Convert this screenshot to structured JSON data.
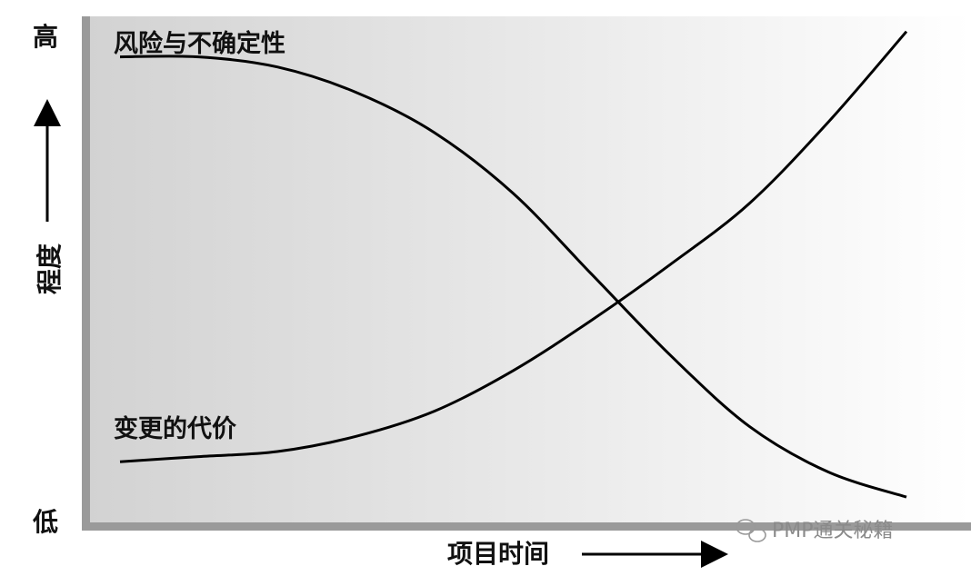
{
  "chart_data": {
    "type": "line",
    "x_direction": "left-to-right",
    "x_axis": {
      "label": "项目时间",
      "arrow": "right"
    },
    "y_axis": {
      "label": "程度",
      "arrow": "up",
      "ticks": [
        "高",
        "低"
      ]
    },
    "ylim": [
      0,
      1
    ],
    "xlim": [
      0,
      1
    ],
    "grid": false,
    "background": "gradient: dark grey (left) to white (right)",
    "series": [
      {
        "name": "风险与不确定性",
        "trend": "decreasing",
        "x": [
          0.0,
          0.1,
          0.2,
          0.3,
          0.4,
          0.5,
          0.6,
          0.7,
          0.8,
          0.9,
          1.0
        ],
        "y": [
          0.92,
          0.92,
          0.9,
          0.85,
          0.77,
          0.65,
          0.49,
          0.33,
          0.19,
          0.1,
          0.05
        ]
      },
      {
        "name": "变更的代价",
        "trend": "increasing",
        "x": [
          0.0,
          0.1,
          0.2,
          0.3,
          0.4,
          0.5,
          0.6,
          0.7,
          0.8,
          0.9,
          1.0
        ],
        "y": [
          0.12,
          0.13,
          0.14,
          0.17,
          0.22,
          0.3,
          0.4,
          0.51,
          0.63,
          0.79,
          0.97
        ]
      }
    ]
  },
  "labels": {
    "high": "高",
    "low": "低",
    "y_title": "程度",
    "x_title": "项目时间",
    "series_a": "风险与不确定性",
    "series_b": "变更的代价"
  },
  "watermark": {
    "text": "PMP通关秘籍",
    "icon": "wechat-icon"
  },
  "colors": {
    "line": "#000000",
    "frame": "#9a9a9a",
    "bg_dark": "#d2d2d2",
    "bg_light": "#ffffff"
  }
}
